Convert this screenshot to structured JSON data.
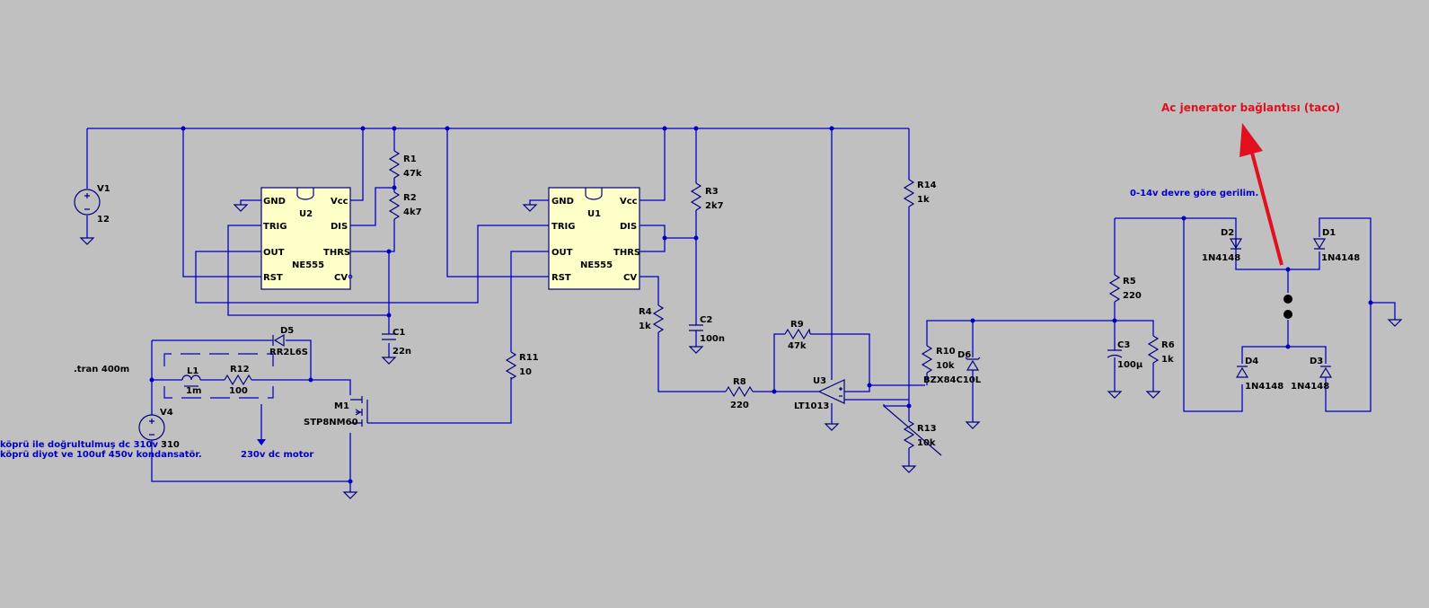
{
  "labels": {
    "V1": "V1",
    "V1_val": "12",
    "U2": "U2",
    "U2_type": "NE555",
    "U1": "U1",
    "U1_type": "NE555",
    "R1": "R1",
    "R1_val": "47k",
    "R2": "R2",
    "R2_val": "4k7",
    "R3": "R3",
    "R3_val": "2k7",
    "R4": "R4",
    "R4_val": "1k",
    "R5": "R5",
    "R5_val": "220",
    "R6": "R6",
    "R6_val": "1k",
    "R8": "R8",
    "R8_val": "220",
    "R9": "R9",
    "R9_val": "47k",
    "R10": "R10",
    "R10_val": "10k",
    "R11": "R11",
    "R11_val": "10",
    "R12": "R12",
    "R12_val": "100",
    "R13": "R13",
    "R13_val": "10k",
    "R14": "R14",
    "R14_val": "1k",
    "C1": "C1",
    "C1_val": "22n",
    "C2": "C2",
    "C2_val": "100n",
    "C3": "C3",
    "C3_val": "100µ",
    "L1": "L1",
    "L1_val": "1m",
    "D1": "D1",
    "D1_val": "1N4148",
    "D2": "D2",
    "D2_val": "1N4148",
    "D3": "D3",
    "D3_val": "1N4148",
    "D4": "D4",
    "D4_val": "1N4148",
    "D5": "D5",
    "D5_val": "RR2L6S",
    "D6": "D6",
    "D6_val": "BZX84C10L",
    "U3": "U3",
    "U3_val": "LT1013",
    "M1": "M1",
    "M1_val": "STP8NM60",
    "V4": "V4",
    "V4_val": "310"
  },
  "pins": {
    "gnd": "GND",
    "vcc": "Vcc",
    "trig": "TRIG",
    "dis": "DIS",
    "out": "OUT",
    "thrs": "THRS",
    "rst": "RST",
    "cv": "CV"
  },
  "notes": {
    "tran": ".tran 400m",
    "motor": "230v dc motor",
    "rectified_1": "köprü ile doğrultulmuş dc 310v",
    "rectified_2": "köprü diyot ve 100uf 450v kondansatör.",
    "range": "0-14v devre göre gerilim.",
    "generator": "Ac jenerator bağlantısı (taco)"
  },
  "colors": {
    "background": "#c0c0c0",
    "wire": "#0000c8",
    "chip_fill": "#ffffc8",
    "note_text": "#0000c8",
    "annotation": "#e0101e"
  }
}
